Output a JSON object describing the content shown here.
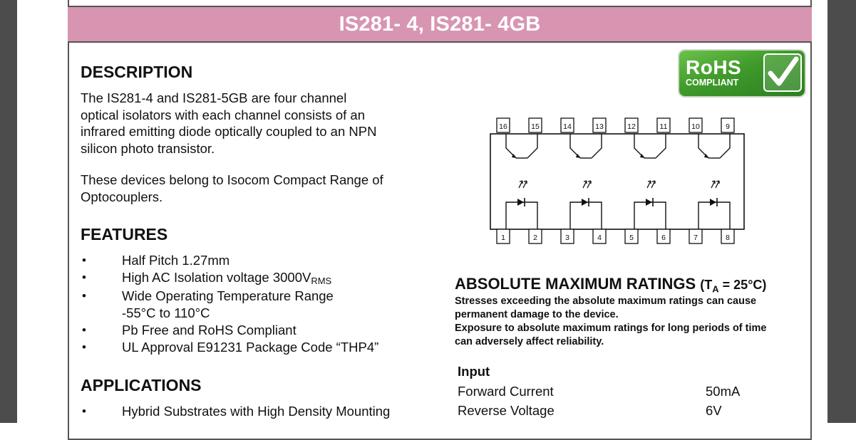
{
  "title": "IS281- 4, IS281- 4GB",
  "rohs": {
    "top": "RoHS",
    "bottom": "COMPLIANT"
  },
  "description": {
    "heading": "DESCRIPTION",
    "lines": [
      "The IS281-4 and IS281-5GB are four channel",
      "optical isolators with each channel consists of an",
      "infrared emitting diode optically coupled to an NPN",
      "silicon  photo transistor."
    ],
    "lines2": [
      "These devices belong to Isocom Compact Range of",
      "Optocouplers."
    ]
  },
  "features": {
    "heading": "FEATURES",
    "items": [
      {
        "text": "Half Pitch 1.27mm"
      },
      {
        "text": "High AC Isolation voltage 3000V",
        "sub": "RMS"
      },
      {
        "text": "Wide Operating Temperature Range",
        "cont": "-55°C to 110°C"
      },
      {
        "text": "Pb Free and RoHS Compliant"
      },
      {
        "text": "UL Approval E91231 Package Code “THP4”"
      }
    ]
  },
  "applications": {
    "heading": "APPLICATIONS",
    "items": [
      "Hybrid Substrates with High Density Mounting"
    ]
  },
  "pins": {
    "top": [
      "16",
      "15",
      "14",
      "13",
      "12",
      "11",
      "10",
      "9"
    ],
    "bottom": [
      "1",
      "2",
      "3",
      "4",
      "5",
      "6",
      "7",
      "8"
    ]
  },
  "ratings": {
    "heading": "ABSOLUTE MAXIMUM RATINGS",
    "condition_pre": "(T",
    "condition_sub": "A",
    "condition_post": " = 25°C)",
    "note1": [
      "Stresses exceeding the absolute maximum ratings can cause",
      "permanent damage to the device."
    ],
    "note2": [
      "Exposure to absolute maximum ratings for long periods of time",
      "can adversely affect reliability."
    ],
    "section": "Input",
    "rows": [
      {
        "label": "Forward Current",
        "value": "50mA"
      },
      {
        "label": "Reverse Voltage",
        "value": "6V"
      }
    ]
  }
}
